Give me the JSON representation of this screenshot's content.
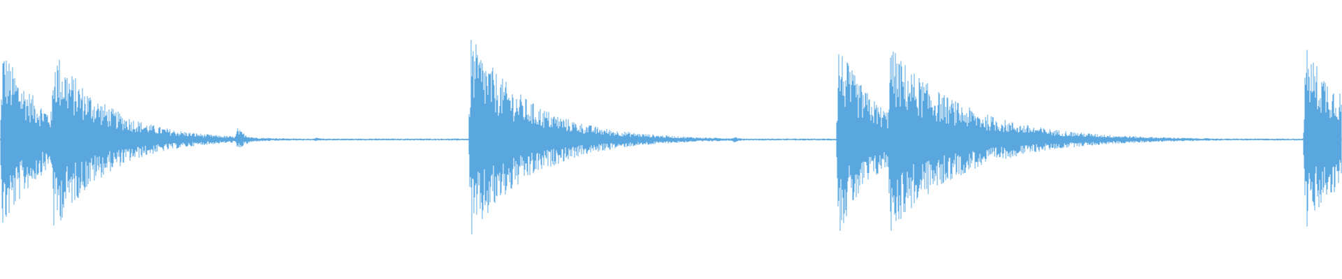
{
  "waveform": {
    "color": "#5aa7e0",
    "background": "#ffffff",
    "duration_units": 1,
    "bursts": [
      {
        "start": 0.0,
        "peak": 0.8,
        "decay": 0.03
      },
      {
        "start": 0.038,
        "peak": 0.78,
        "decay": 0.04
      },
      {
        "start": 0.175,
        "peak": 0.12,
        "decay": 0.008
      },
      {
        "start": 0.234,
        "peak": 0.03,
        "decay": 0.004
      },
      {
        "start": 0.349,
        "peak": 0.86,
        "decay": 0.045
      },
      {
        "start": 0.545,
        "peak": 0.04,
        "decay": 0.005
      },
      {
        "start": 0.623,
        "peak": 0.82,
        "decay": 0.03
      },
      {
        "start": 0.661,
        "peak": 0.78,
        "decay": 0.055
      },
      {
        "start": 0.8,
        "peak": 0.08,
        "decay": 0.006
      },
      {
        "start": 0.857,
        "peak": 0.03,
        "decay": 0.004
      },
      {
        "start": 0.971,
        "peak": 0.78,
        "decay": 0.04
      }
    ],
    "noise_floor": 0.008
  }
}
